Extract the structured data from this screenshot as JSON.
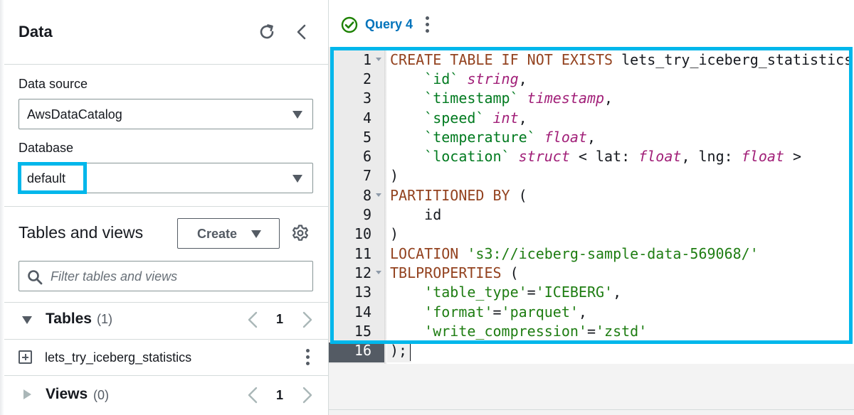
{
  "panel": {
    "title": "Data",
    "data_source_label": "Data source",
    "data_source_value": "AwsDataCatalog",
    "database_label": "Database",
    "database_value": "default",
    "tables_views_title": "Tables and views",
    "create_label": "Create",
    "filter_placeholder": "Filter tables and views",
    "tables": {
      "title": "Tables",
      "count": "(1)",
      "page": "1",
      "items": [
        "lets_try_iceberg_statistics"
      ]
    },
    "views": {
      "title": "Views",
      "count": "(0)",
      "page": "1"
    }
  },
  "query_tab": {
    "label": "Query 4",
    "status": "success"
  },
  "editor": {
    "line_numbers": [
      "1",
      "2",
      "3",
      "4",
      "5",
      "6",
      "7",
      "8",
      "9",
      "10",
      "11",
      "12",
      "13",
      "14",
      "15",
      "16"
    ],
    "active_line": "16",
    "code": {
      "l1": {
        "kw": "CREATE TABLE IF NOT EXISTS",
        "name": " lets_try_iceberg_statistics ("
      },
      "l2": {
        "col": "`id`",
        "type": "string",
        "tail": ","
      },
      "l3": {
        "col": "`timestamp`",
        "type": "timestamp",
        "tail": ","
      },
      "l4": {
        "col": "`speed`",
        "type": "int",
        "tail": ","
      },
      "l5": {
        "col": "`temperature`",
        "type": "float",
        "tail": ","
      },
      "l6": {
        "col": "`location`",
        "type": "struct",
        "lt": " < lat: ",
        "t1": "float",
        "mid": ", lng: ",
        "t2": "float",
        "gt": " >"
      },
      "l7": ")",
      "l8": {
        "kw": "PARTITIONED BY",
        "tail": " ("
      },
      "l9": "id",
      "l10": ")",
      "l11": {
        "kw": "LOCATION",
        "str": " 's3://iceberg-sample-data-569068/'"
      },
      "l12": {
        "kw": "TBLPROPERTIES",
        "tail": " ("
      },
      "l13": {
        "k": "'table_type'",
        "eq": "=",
        "v": "'ICEBERG'",
        "tail": ","
      },
      "l14": {
        "k": "'format'",
        "eq": "=",
        "v": "'parquet'",
        "tail": ","
      },
      "l15": {
        "k": "'write_compression'",
        "eq": "=",
        "v": "'zstd'"
      },
      "l16": ");"
    }
  },
  "colors": {
    "highlight": "#00b7eb",
    "link": "#0073bb",
    "keyword": "#93421f",
    "type": "#a11f78",
    "string": "#1e7d12",
    "success": "#1d8102"
  },
  "icons": {
    "refresh": "refresh-icon",
    "collapse": "chevron-left-icon",
    "settings": "gear-icon",
    "search": "search-icon",
    "success": "check-circle-icon",
    "expand_table": "plus-square-icon"
  }
}
